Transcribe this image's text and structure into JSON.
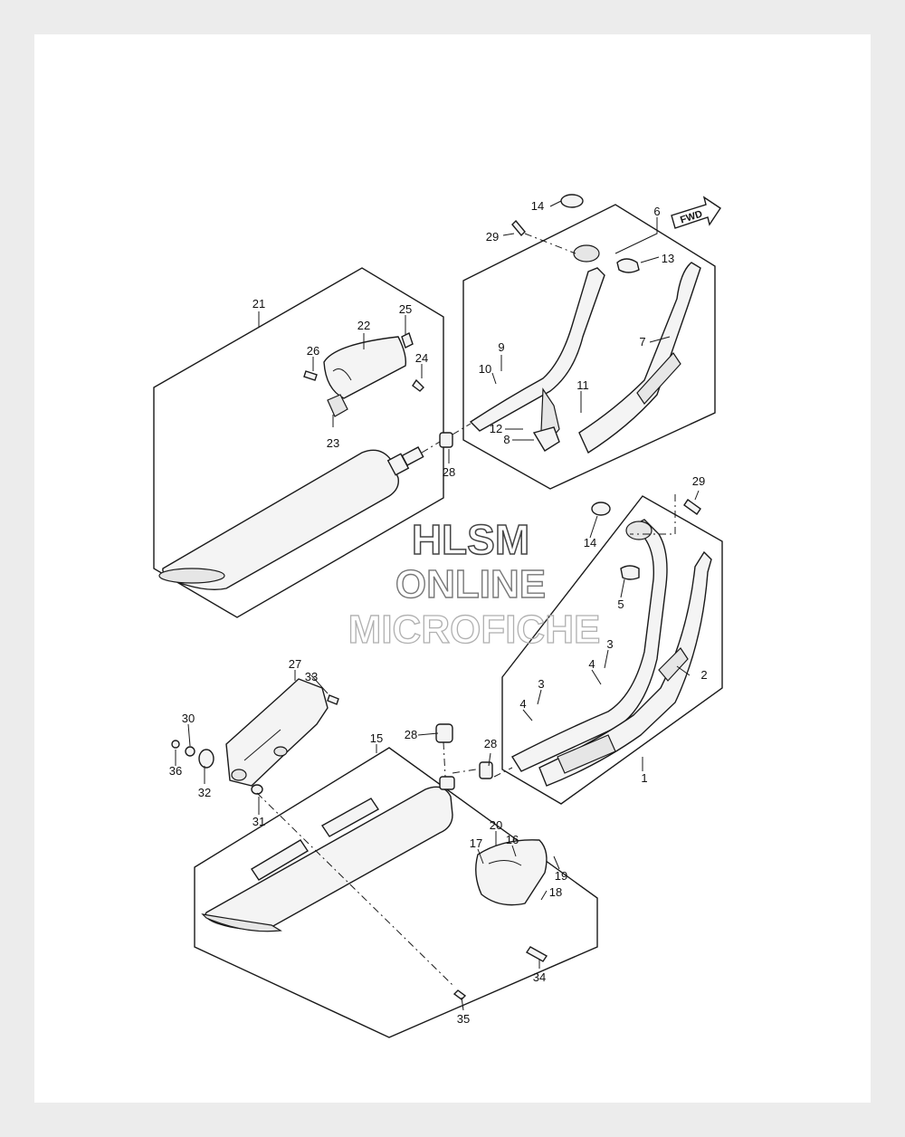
{
  "watermark": {
    "line1": "HLSM",
    "line2": "ONLINE",
    "line3": "MICROFICHE"
  },
  "fwd_label": "FWD",
  "callouts": {
    "c1": "1",
    "c2": "2",
    "c3a": "3",
    "c3b": "3",
    "c4a": "4",
    "c4b": "4",
    "c5": "5",
    "c6": "6",
    "c7": "7",
    "c8": "8",
    "c9": "9",
    "c10": "10",
    "c11": "11",
    "c12": "12",
    "c13": "13",
    "c14a": "14",
    "c14b": "14",
    "c15": "15",
    "c16": "16",
    "c17": "17",
    "c18": "18",
    "c19": "19",
    "c20": "20",
    "c21": "21",
    "c22": "22",
    "c23": "23",
    "c24": "24",
    "c25": "25",
    "c26": "26",
    "c27": "27",
    "c28a": "28",
    "c28b": "28",
    "c28c": "28",
    "c29a": "29",
    "c29b": "29",
    "c30": "30",
    "c31": "31",
    "c32": "32",
    "c33": "33",
    "c34": "34",
    "c35": "35",
    "c36": "36"
  },
  "colors": {
    "line": "#1a1a1a",
    "background": "#ececec",
    "paper": "#ffffff",
    "watermark": "#9a9a9a"
  }
}
